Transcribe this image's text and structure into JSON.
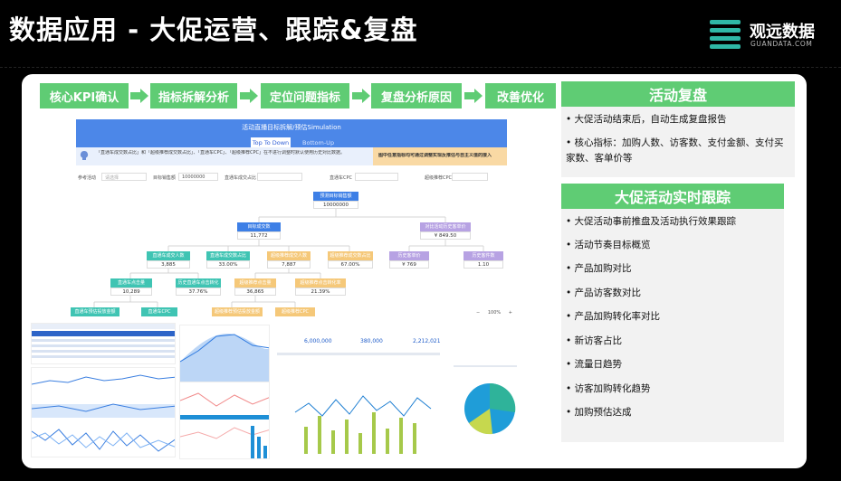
{
  "title": "数据应用 - 大促运营、跟踪&复盘",
  "brand": {
    "name": "观远数据",
    "sub": "GUANDATA.COM"
  },
  "colors": {
    "accent": "#5fcc74",
    "panel": "#f2f2f2",
    "header_blue": "#4c87e8"
  },
  "flow_steps": [
    "核心KPI确认",
    "指标拆解分析",
    "定位问题指标",
    "复盘分析原因",
    "改善优化"
  ],
  "review_panel": {
    "title": "活动复盘",
    "bullets": [
      "• 大促活动结束后，自动生成复盘报告",
      "• 核心指标：加购人数、访客数、支付金额、支付买家数、客单价等"
    ]
  },
  "tracking_panel": {
    "title": "大促活动实时跟踪",
    "bullets": [
      "• 大促活动事前推盘及活动执行效果跟踪",
      "• 活动节奏目标概览",
      "• 产品加购对比",
      "• 产品访客数对比",
      "•  产品加购转化率对比",
      "• 新访客占比",
      "• 流量日趋势",
      "• 访客加购转化趋势",
      "• 加购预估达成"
    ]
  },
  "sim": {
    "title": "活动直播目标拆解/预估Simulation",
    "tab_active": "Top To Down",
    "tab_other": "Bottom-Up",
    "note_blue": "「直通车成交数占比」和「超级推荐成交数占比」、「直通车CPC」、「超级推荐CPC」在不进行调整时默认使用历史对比数据。",
    "note_orange": "图中任意指标均可通过调整实现反推估与自主义值的接入",
    "fields": [
      "参考活动",
      "目标销售额",
      "直通车成交占比",
      "直通车CPC",
      "超级推荐CPC"
    ],
    "field_values": [
      "请选择",
      "10000000",
      "",
      "",
      ""
    ],
    "root_label": "预测目标销售额",
    "root_value": "10000000",
    "lvl2": [
      {
        "label": "目标成交数",
        "value": "11,772"
      },
      {
        "label": "对比活动历史客单价",
        "value": "¥ 849.50"
      }
    ],
    "lvl3": [
      {
        "label": "直通车成交人数",
        "value": "3,885"
      },
      {
        "label": "直通车成交数占比",
        "value": "33.00%"
      },
      {
        "label": "超级推荐成交人数",
        "value": "7,887"
      },
      {
        "label": "超级推荐成交数占比",
        "value": "67.00%"
      },
      {
        "label": "历史客单价",
        "value": "¥ 769"
      },
      {
        "label": "历史客件数",
        "value": "1.10"
      }
    ],
    "lvl4": [
      {
        "label": "直通车点击量",
        "value": "10,289"
      },
      {
        "label": "历史直通车点击转化",
        "value": "37.76%"
      },
      {
        "label": "超级推荐点击量",
        "value": "36,865"
      },
      {
        "label": "超级推荐点击转化率",
        "value": "21.39%"
      }
    ],
    "lvl5": [
      "直通车预估投放金额",
      "直通车CPC",
      "超级推荐预估投放金额",
      "超级推荐CPC"
    ],
    "zoom": "100%",
    "kpi_values": [
      "6,000,000",
      "380,000",
      "2,212,021"
    ]
  }
}
